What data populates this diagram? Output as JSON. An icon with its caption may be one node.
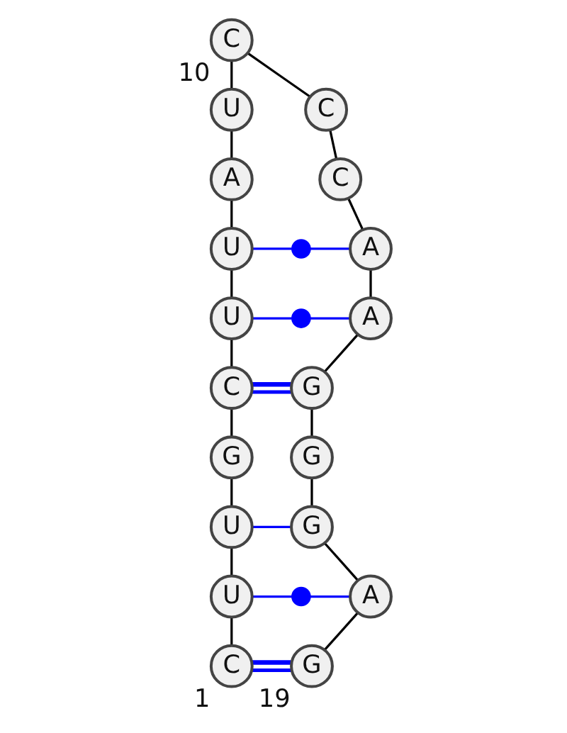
{
  "diagram": {
    "nodes": [
      {
        "text": [
          "C"
        ],
        "beside": [
          "1"
        ]
      },
      {
        "text": [
          "U"
        ]
      },
      {
        "text": [
          "U"
        ]
      },
      {
        "text": [
          "G"
        ]
      },
      {
        "text": [
          "C"
        ]
      },
      {
        "text": [
          "U"
        ]
      },
      {
        "text": [
          "U"
        ]
      },
      {
        "text": [
          "A"
        ]
      },
      {
        "text": [
          "U"
        ]
      },
      {
        "text": [
          "C"
        ],
        "beside": [
          "10"
        ]
      },
      {
        "text": [
          "C"
        ]
      },
      {
        "text": [
          "C"
        ]
      },
      {
        "text": [
          "A"
        ]
      },
      {
        "text": [
          "A"
        ]
      },
      {
        "text": [
          "G"
        ]
      },
      {
        "text": [
          "G"
        ]
      },
      {
        "text": [
          "G"
        ]
      },
      {
        "text": [
          "A"
        ]
      },
      {
        "text": [
          "G"
        ],
        "beside": [
          "19"
        ]
      },
      {
        "text": [],
        "shape": "circle"
      },
      {
        "text": [],
        "shape": "circle"
      },
      {
        "text": [],
        "shape": "circle"
      }
    ],
    "edges": [
      {
        "from": 0,
        "to": 1,
        "arrow": "none"
      },
      {
        "from": 1,
        "to": 2,
        "arrow": "none"
      },
      {
        "from": 2,
        "to": 3,
        "arrow": "none"
      },
      {
        "from": 3,
        "to": 4,
        "arrow": "none"
      },
      {
        "from": 4,
        "to": 5,
        "arrow": "none"
      },
      {
        "from": 5,
        "to": 6,
        "arrow": "none"
      },
      {
        "from": 6,
        "to": 7,
        "arrow": "none"
      },
      {
        "from": 7,
        "to": 8,
        "arrow": "none"
      },
      {
        "from": 8,
        "to": 9,
        "arrow": "none"
      },
      {
        "from": 9,
        "to": 10,
        "arrow": "none"
      },
      {
        "from": 10,
        "to": 11,
        "arrow": "none"
      },
      {
        "from": 11,
        "to": 12,
        "arrow": "none"
      },
      {
        "from": 12,
        "to": 13,
        "arrow": "none"
      },
      {
        "from": 13,
        "to": 14,
        "arrow": "none"
      },
      {
        "from": 14,
        "to": 15,
        "arrow": "none"
      },
      {
        "from": 15,
        "to": 16,
        "arrow": "none"
      },
      {
        "from": 16,
        "to": 17,
        "arrow": "none"
      },
      {
        "from": 17,
        "to": 18,
        "arrow": "none"
      },
      {
        "from": 0,
        "to": 18,
        "arrow": "none",
        "style": "thick",
        "color": "#0000ff"
      },
      {
        "from": 1,
        "to": 21,
        "arrow": "none",
        "color": "#0000ff"
      },
      {
        "from": 21,
        "to": 17,
        "arrow": "none",
        "color": "#0000ff"
      },
      {
        "from": 2,
        "to": 16,
        "arrow": "none",
        "color": "#0000ff"
      },
      {
        "from": 4,
        "to": 14,
        "arrow": "none",
        "style": "thick",
        "color": "#0000ff"
      },
      {
        "from": 5,
        "to": 20,
        "arrow": "none",
        "color": "#0000ff"
      },
      {
        "from": 20,
        "to": 13,
        "arrow": "none",
        "color": "#0000ff"
      },
      {
        "from": 6,
        "to": 19,
        "arrow": "none",
        "color": "#0000ff"
      },
      {
        "from": 19,
        "to": 12,
        "arrow": "none",
        "color": "#0000ff"
      }
    ]
  }
}
